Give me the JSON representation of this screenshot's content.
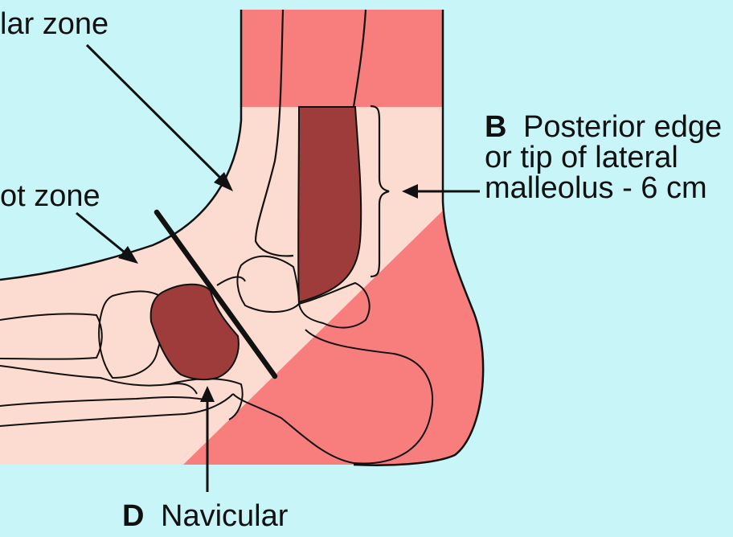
{
  "labels": {
    "malleolar_zone": "lar zone",
    "midfoot_zone": "ot zone",
    "lateral_malleolus_letter": "B",
    "lateral_malleolus_line1": "Posterior edge",
    "lateral_malleolus_line2": "or tip of lateral",
    "lateral_malleolus_line3": "malleolus - 6 cm",
    "navicular_letter": "D",
    "navicular_text": "Navicular"
  },
  "colors": {
    "background": "#c8f5f8",
    "skin_light": "#fcdcd0",
    "zone_red": "#f87e7e",
    "bone_dark": "#9e3c3c",
    "outline": "#111111"
  }
}
